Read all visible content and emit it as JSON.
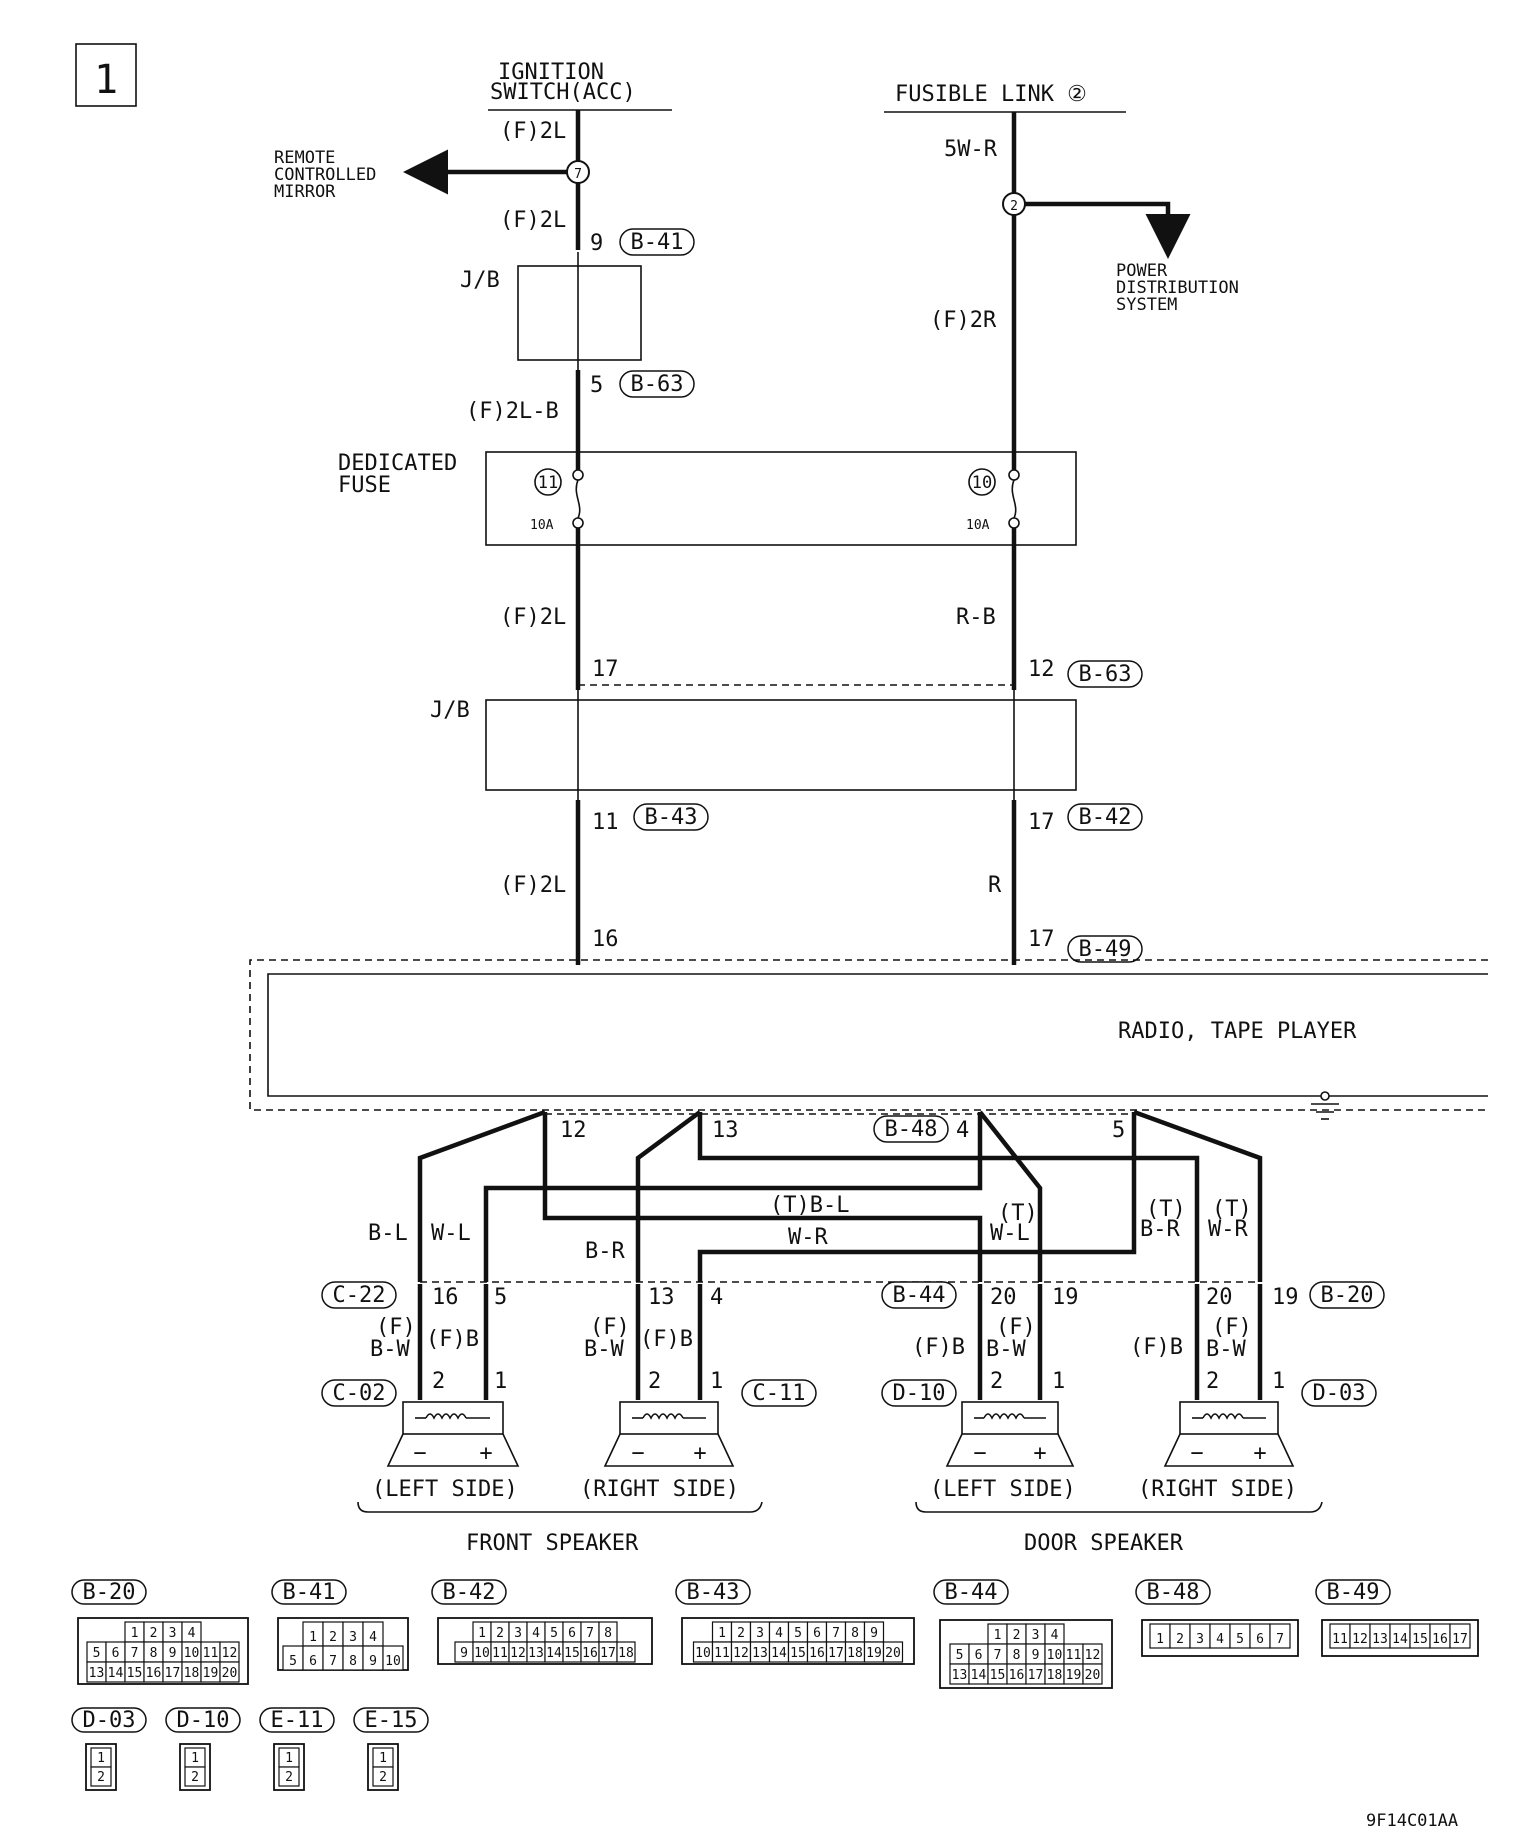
{
  "page": {
    "section_number": "1",
    "figure_code": "9F14C01AA"
  },
  "sources": {
    "ignition": [
      "IGNITION",
      "SWITCH(ACC)"
    ],
    "fusible": "FUSIBLE LINK ②"
  },
  "labels": {
    "remote_mirror": [
      "REMOTE",
      "CONTROLLED",
      "MIRROR"
    ],
    "power_dist": [
      "POWER",
      "DISTRIBUTION",
      "SYSTEM"
    ],
    "jb": "J/B",
    "dedicated_fuse": [
      "DEDICATED",
      "FUSE"
    ],
    "radio": "RADIO, TAPE PLAYER",
    "left_side": "(LEFT SIDE)",
    "right_side": "(RIGHT SIDE)",
    "front_speaker": "FRONT SPEAKER",
    "door_speaker": "DOOR SPEAKER",
    "minus": "−",
    "plus": "+"
  },
  "wires": {
    "f2l": "(F)2L",
    "f2l_b": "(F)2L-B",
    "w5_r": "5W-R",
    "f2r": "(F)2R",
    "r_b": "R-B",
    "r": "R",
    "b_l": "B-L",
    "w_l": "W-L",
    "b_r": "B-R",
    "t_b_l": "(T)B-L",
    "w_r": "W-R",
    "t": "(T)",
    "t_w_l_2": "W-L",
    "t_b_r_2": "B-R",
    "t_w_r_2": "W-R",
    "f": "(F)",
    "b_w": "B-W",
    "f_b": "(F)B"
  },
  "fuses": {
    "left": {
      "number": "11",
      "rating": "10A"
    },
    "right": {
      "number": "10",
      "rating": "10A"
    }
  },
  "junction_ids": {
    "mirror": "7",
    "power": "2"
  },
  "connectors": {
    "b41": "B-41",
    "b63": "B-63",
    "b43": "B-43",
    "b42": "B-42",
    "b49": "B-49",
    "b48": "B-48",
    "b44": "B-44",
    "b20": "B-20",
    "c22": "C-22",
    "c02": "C-02",
    "c11": "C-11",
    "d10": "D-10",
    "d03": "D-03",
    "e11": "E-11",
    "e15": "E-15"
  },
  "pins": {
    "p9": "9",
    "p5": "5",
    "p17": "17",
    "p12": "12",
    "p11": "11",
    "p16": "16",
    "p13": "13",
    "p4": "4",
    "p20": "20",
    "p19": "19",
    "p2": "2",
    "p1": "1"
  },
  "legend": {
    "b20": {
      "row1": [
        "1",
        "2",
        "3",
        "4"
      ],
      "row2": [
        "5",
        "6",
        "7",
        "8",
        "9",
        "10",
        "11",
        "12"
      ],
      "row3": [
        "13",
        "14",
        "15",
        "16",
        "17",
        "18",
        "19",
        "20"
      ]
    },
    "b41": {
      "row1": [
        "1",
        "2",
        "3",
        "4"
      ],
      "row2": [
        "5",
        "6",
        "7",
        "8",
        "9",
        "10"
      ]
    },
    "b42": {
      "row1": [
        "1",
        "2",
        "3",
        "4",
        "5",
        "6",
        "7",
        "8"
      ],
      "row2": [
        "9",
        "10",
        "11",
        "12",
        "13",
        "14",
        "15",
        "16",
        "17",
        "18"
      ]
    },
    "b43": {
      "row1": [
        "1",
        "2",
        "3",
        "4",
        "5",
        "6",
        "7",
        "8",
        "9"
      ],
      "row2": [
        "10",
        "11",
        "12",
        "13",
        "14",
        "15",
        "16",
        "17",
        "18",
        "19",
        "20"
      ]
    },
    "b44": {
      "row1": [
        "1",
        "2",
        "3",
        "4"
      ],
      "row2": [
        "5",
        "6",
        "7",
        "8",
        "9",
        "10",
        "11",
        "12"
      ],
      "row3": [
        "13",
        "14",
        "15",
        "16",
        "17",
        "18",
        "19",
        "20"
      ]
    },
    "b48": {
      "row1": [
        "1",
        "2",
        "3",
        "4",
        "5",
        "6",
        "7"
      ]
    },
    "b49": {
      "row1": [
        "11",
        "12",
        "13",
        "14",
        "15",
        "16",
        "17"
      ]
    },
    "small": {
      "row1": [
        "1"
      ],
      "row2": [
        "2"
      ]
    }
  }
}
